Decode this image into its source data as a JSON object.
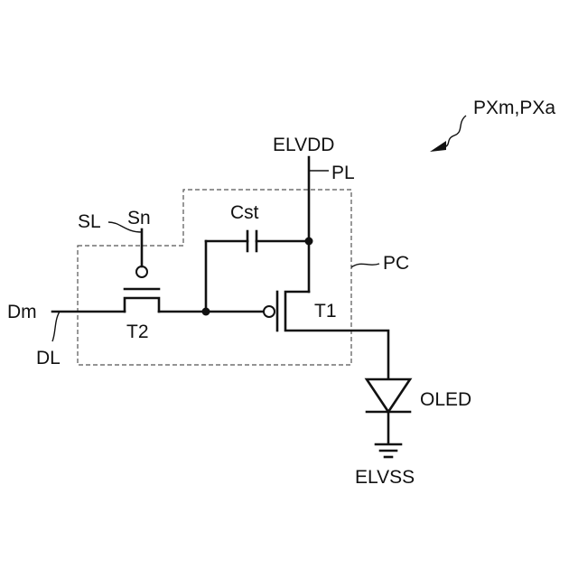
{
  "labels": {
    "pixel": "PXm,PXa",
    "elvdd": "ELVDD",
    "pl": "PL",
    "sn": "Sn",
    "sl": "SL",
    "cst": "Cst",
    "pc": "PC",
    "dm": "Dm",
    "dl": "DL",
    "t1": "T1",
    "t2": "T2",
    "oled": "OLED",
    "elvss": "ELVSS"
  }
}
